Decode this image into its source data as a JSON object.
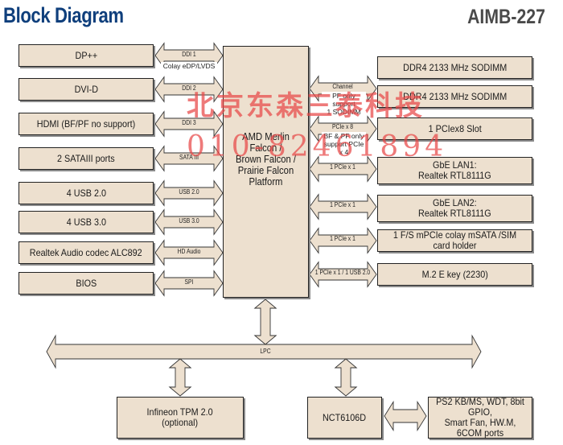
{
  "header": {
    "title": "Block Diagram",
    "model": "AIMB-227"
  },
  "cpu": {
    "label": "AMD Merlin Falcon /\nBrown Falcon /\nPrairie Falcon\nPlatform"
  },
  "left_blocks": [
    {
      "label": "DP++",
      "bus": "DDI 1",
      "note": "Colay eDP/LVDS"
    },
    {
      "label": "DVI-D",
      "bus": "DDI 2"
    },
    {
      "label": "HDMI (BF/PF no support)",
      "bus": "DDI 3"
    },
    {
      "label": "2 SATAIII ports",
      "bus": "SATA III"
    },
    {
      "label": "4 USB 2.0",
      "bus": "USB 2.0"
    },
    {
      "label": "4 USB 3.0",
      "bus": "USB 3.0"
    },
    {
      "label": "Realtek Audio codec ALC892",
      "bus": "HD Audio"
    },
    {
      "label": "BIOS",
      "bus": "SPI"
    }
  ],
  "right_blocks": [
    {
      "label": "DDR4 2133 MHz SODIMM"
    },
    {
      "label": "DDR4 2133 MHz SODIMM"
    },
    {
      "label": "1 PCIex8 Slot"
    },
    {
      "label": "GbE LAN1:\nRealtek RTL8111G"
    },
    {
      "label": "GbE LAN2:\nRealtek RTL8111G"
    },
    {
      "label": "1 F/S mPCIe colay mSATA /SIM card holder"
    },
    {
      "label": "M.2 E key (2230)"
    }
  ],
  "right_buses": [
    {
      "bus": "Channel",
      "note": "PF only support\n1 SODIMM"
    },
    {
      "bus": "PCIe x 8",
      "note": "BF & PF only\nsupport PCIe x 4"
    },
    {
      "bus": "1 PCIe x 1"
    },
    {
      "bus": "1 PCIe x 1"
    },
    {
      "bus": "1 PCIe x 1"
    },
    {
      "bus": "1 PCIe x 1 / 1 USB 2.0"
    }
  ],
  "lpc": {
    "label": "LPC"
  },
  "bottom_blocks": [
    {
      "label": "Infineon TPM 2.0\n(optional)"
    },
    {
      "label": "NCT6106D"
    },
    {
      "label": "PS2 KB/MS, WDT, 8bit GPIO,\nSmart Fan, HW.M, 6COM ports"
    }
  ],
  "watermark": {
    "line1": "北京东森三泰科技",
    "line2": "010-82461894"
  },
  "colors": {
    "block_fill": "#ede0cf",
    "title": "#0f3f7c",
    "model": "#4a4a4a",
    "watermark": "#e84646"
  }
}
